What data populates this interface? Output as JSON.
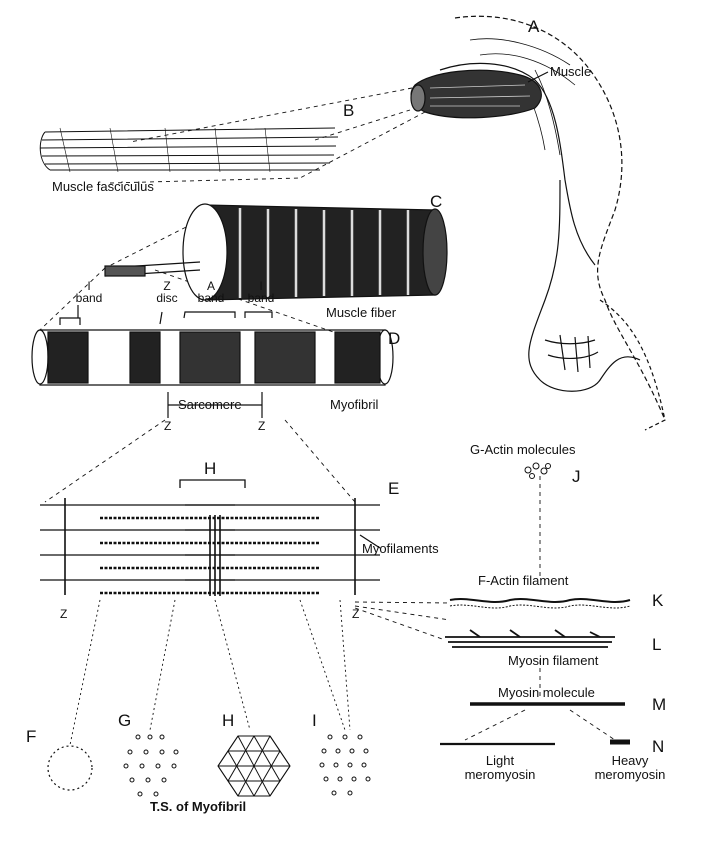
{
  "letters": {
    "a": "A",
    "b": "B",
    "c": "C",
    "d": "D",
    "e": "E",
    "f": "F",
    "g": "G",
    "h_top": "H",
    "h_cross": "H",
    "i": "I",
    "j": "J",
    "k": "K",
    "l": "L",
    "m": "M",
    "n": "N"
  },
  "labels": {
    "muscle": "Muscle",
    "muscle_fasciculus": "Muscle fasciculus",
    "muscle_fiber": "Muscle fiber",
    "i_band_letter": "I",
    "i_band_word": "band",
    "z_disc_letter": "Z",
    "z_disc_word": "disc",
    "a_band_letter": "A",
    "a_band_word": "band",
    "i_band2_letter": "I",
    "i_band2_word": "band",
    "sarcomere": "Sarcomere",
    "myofibril": "Myofibril",
    "z_left": "Z",
    "z_right": "Z",
    "g_actin": "G-Actin molecules",
    "myofilaments": "Myofilaments",
    "f_actin": "F-Actin filament",
    "myosin_filament": "Myosin filament",
    "myosin_molecule": "Myosin molecule",
    "z_bottom_left": "Z",
    "z_bottom_right": "Z",
    "light_line1": "Light",
    "light_line2": "meromyosin",
    "heavy_line1": "Heavy",
    "heavy_line2": "meromyosin",
    "ts_caption": "T.S. of Myofibril"
  },
  "colors": {
    "ink": "#111111",
    "paper": "#ffffff"
  }
}
